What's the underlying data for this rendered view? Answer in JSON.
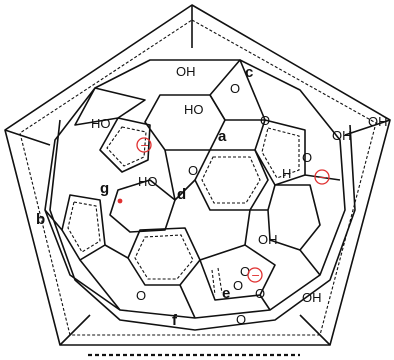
{
  "labels": {
    "a": "a",
    "b": "b",
    "c": "c",
    "d": "d",
    "e": "e",
    "f": "f",
    "g": "g"
  },
  "groups": {
    "oh_top": "OH",
    "ho_upper": "HO",
    "ho_left": "HO",
    "ho_center": "HO",
    "o_center": "O",
    "oh_right1": "OH",
    "oh_right2": "OH",
    "h_right": "H",
    "oh_lower": "OH",
    "oh_bottom_right": "OH",
    "o_top": "O",
    "o_top2": "O",
    "o_right": "O",
    "o_bottom_left": "O",
    "o_bottom": "O",
    "o_e1": "O",
    "o_e2": "O",
    "o_e3": "O"
  },
  "charge_symbol": "−",
  "colors": {
    "line": "#111111",
    "charge": "#e03030",
    "background": "#ffffff"
  }
}
